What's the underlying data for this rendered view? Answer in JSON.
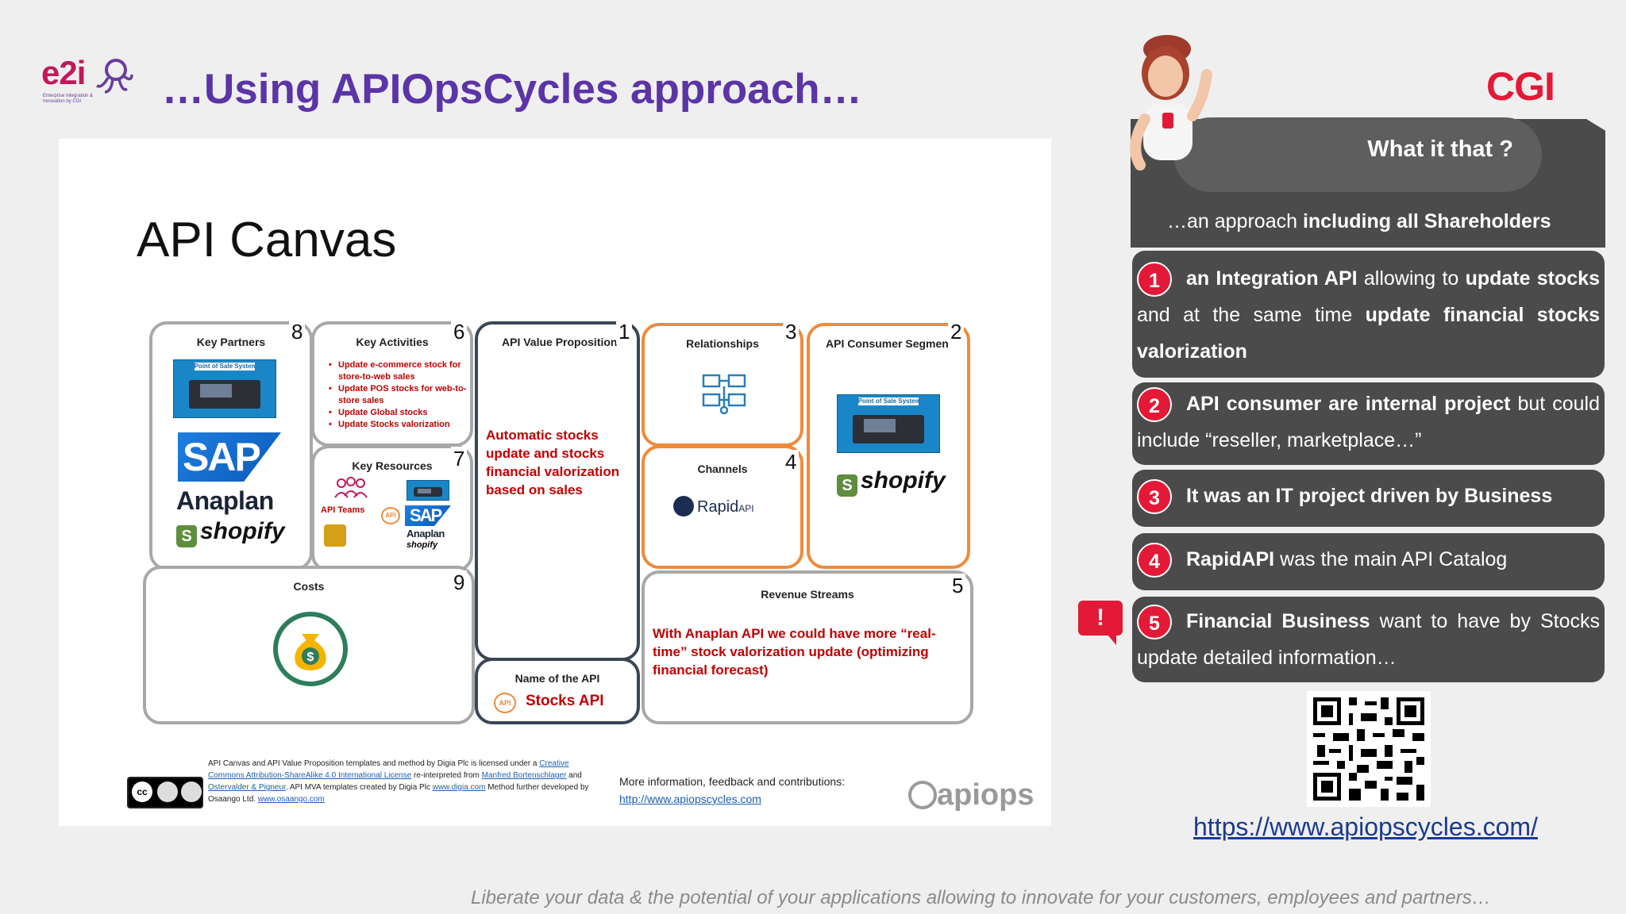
{
  "header": {
    "logo_text": "e2i",
    "logo_subtitle": "Enterprise Integration & Innovation by CGI",
    "title": "…Using APIOpsCycles approach…",
    "brand": "CGI"
  },
  "canvas": {
    "title": "API Canvas",
    "blocks": {
      "key_partners": {
        "label": "Key Partners",
        "number": "8",
        "pos_caption": "Point of Sale System",
        "sap": "SAP",
        "anaplan": "Anaplan",
        "shopify": "shopify"
      },
      "key_activities": {
        "label": "Key Activities",
        "number": "6",
        "items": [
          "Update e-commerce stock for store-to-web sales",
          "Update POS stocks for web-to-store sales",
          "Update Global stocks",
          "Update Stocks valorization"
        ]
      },
      "key_resources": {
        "label": "Key Resources",
        "number": "7",
        "teams": "API Teams",
        "sap": "SAP",
        "anaplan": "Anaplan",
        "shopify": "shopify"
      },
      "value_proposition": {
        "label": "API Value Proposition",
        "number": "1",
        "text": "Automatic stocks update and stocks financial valorization based on sales"
      },
      "relationships": {
        "label": "Relationships",
        "number": "3"
      },
      "channels": {
        "label": "Channels",
        "number": "4",
        "rapid": "Rapid",
        "api": "API"
      },
      "consumer_segments": {
        "label": "API Consumer Segments",
        "number": "2",
        "pos_caption": "Point of Sale System",
        "shopify": "shopify"
      },
      "costs": {
        "label": "Costs",
        "number": "9"
      },
      "name_of_api": {
        "label": "Name of the API",
        "value": "Stocks API"
      },
      "revenue_streams": {
        "label": "Revenue Streams",
        "number": "5",
        "text": "With Anaplan API we could have more “real-time” stock valorization update  (optimizing financial forecast)"
      }
    },
    "license": {
      "l1": "API Canvas and API Value Proposition templates and method by Digia Plc is licensed under a ",
      "l1_link": "Creative Commons Attribution-ShareAlike 4.0 International License",
      "l2": " re-interpreted from ",
      "l2_link1": "Manfred Bortenschlager",
      "l2_and": " and ",
      "l2_link2": "Ostervalder & Pigneur",
      "l3": ". API MVA templates created by Digia Plc ",
      "l3_link": "www.digia.com",
      "l4": " Method further developed by Osaango Ltd. ",
      "l4_link": "www.osaango.com"
    },
    "more_info": "More information, feedback and contributions:",
    "more_link": "http://www.apiopscycles.com",
    "apiops_logo": "apiops"
  },
  "panel": {
    "question": "What it that ?",
    "approach_prefix": "…an approach ",
    "approach_bold": "including all Shareholders",
    "items": [
      {
        "n": "1",
        "a": "an Integration API",
        "b": " allowing to ",
        "c": "update stocks",
        "d": " and at the same time ",
        "e": "update financial stocks valorization"
      },
      {
        "n": "2",
        "a": "API consumer are internal project",
        "b": " but could include “reseller, marketplace…”"
      },
      {
        "n": "3",
        "a": "It was an IT project driven by Business"
      },
      {
        "n": "4",
        "a": "RapidAPI",
        "b": " was the main API Catalog"
      },
      {
        "n": "5",
        "a": "Financial Business",
        "b": " want to have by Stocks update detailed information…"
      }
    ],
    "alert": "!",
    "link": "https://www.apiopscycles.com/"
  },
  "footer": "Liberate your data & the potential of your applications allowing to innovate for your customers, employees and partners…",
  "colors": {
    "title": "#5b34a6",
    "brand": "#e31937",
    "panel": "#4b4b4b",
    "canvas_red": "#c00000",
    "orange": "#ef8a3a"
  }
}
